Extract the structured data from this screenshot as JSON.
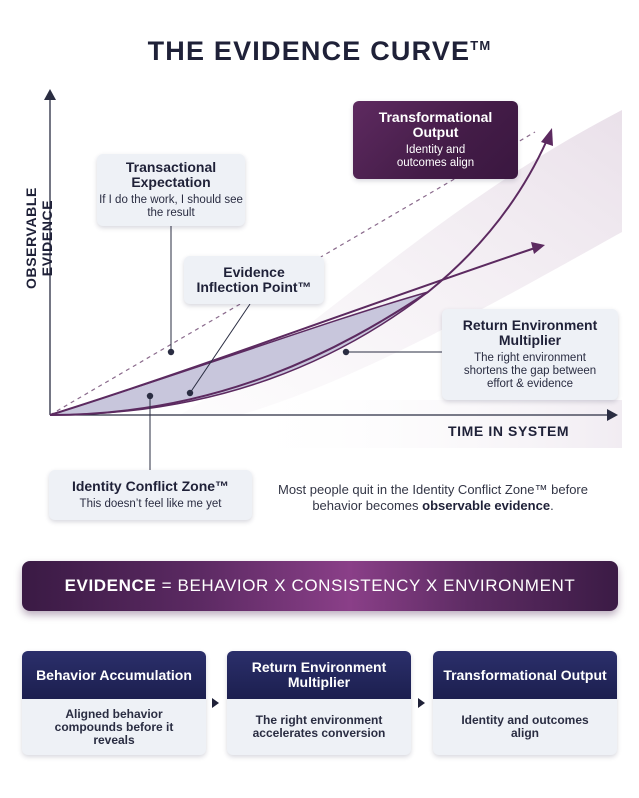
{
  "title": {
    "text": "THE EVIDENCE CURVE",
    "mark": "TM"
  },
  "axes": {
    "y_label": "OBSERVABLE EVIDENCE",
    "x_label": "TIME IN SYSTEM"
  },
  "callouts": {
    "transactional": {
      "heading": "Transactional Expectation",
      "text": "If I do the work, I should see the result"
    },
    "inflection": {
      "heading": "Evidence Inflection Point™"
    },
    "transformational": {
      "heading": "Transformational Output",
      "text": "Identity and outcomes align"
    },
    "multiplier": {
      "heading": "Return Environment Multiplier",
      "text": "The right environment shortens the gap between effort & evidence"
    },
    "conflict": {
      "heading": "Identity Conflict Zone™",
      "text": "This doesn’t feel like me yet"
    }
  },
  "note": {
    "before": "Most people quit in the Identity Conflict Zone™ before behavior becomes ",
    "bold": "observable evidence",
    "after": "."
  },
  "equation": {
    "lhs": "EVIDENCE",
    "rhs": "= BEHAVIOR X CONSISTENCY X ENVIRONMENT"
  },
  "steps": [
    {
      "heading": "Behavior Accumulation",
      "text": "Aligned behavior compounds before it reveals"
    },
    {
      "heading": "Return Environment Multiplier",
      "text": "The right environment accelerates conversion"
    },
    {
      "heading": "Transformational Output",
      "text": "Identity and outcomes align"
    }
  ],
  "colors": {
    "purple": "#5c2a60",
    "navy": "#1f2250",
    "zone_fill": "#c8c6dc",
    "axis": "#2a2d42"
  }
}
